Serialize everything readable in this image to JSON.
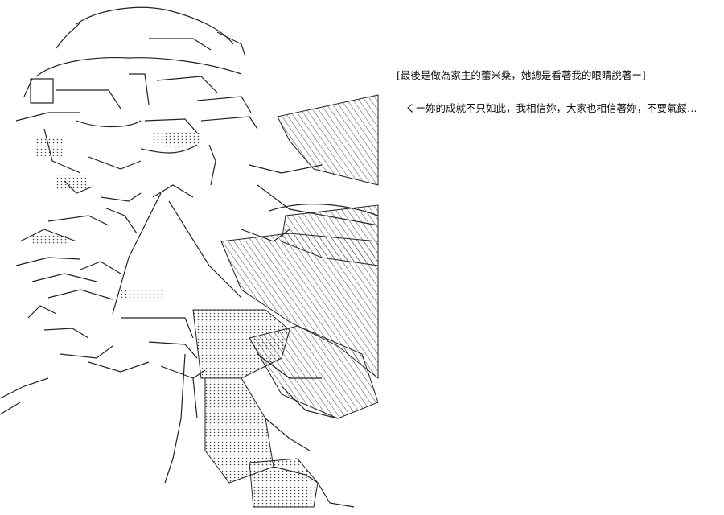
{
  "colors": {
    "background": "#ffffff",
    "ink": "#111111",
    "art_stroke": "#222222",
    "art_hatch": "#555555"
  },
  "illustration": {
    "icon": "ascii-art-character-portrait"
  },
  "dialogue": {
    "caption": "[最後是做為家主的蕾米桑，她總是看著我的眼睛說著ー]",
    "speech": "くー妳的成就不只如此，我相信妳，大家也相信著妳，不要氣餒…"
  }
}
